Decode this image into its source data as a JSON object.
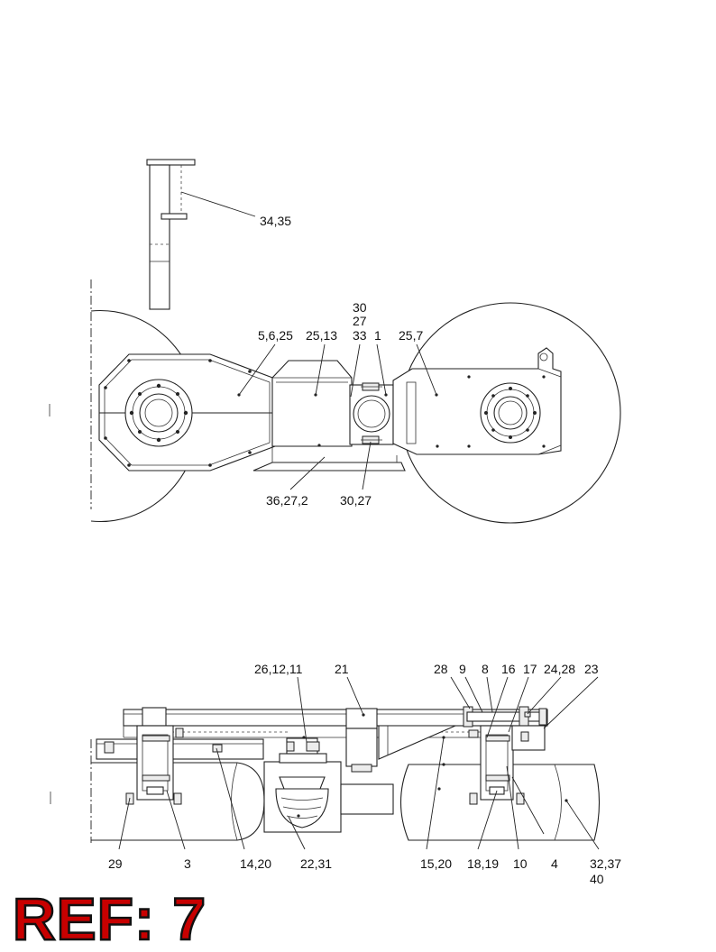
{
  "top_view": {
    "callouts": [
      "34,35",
      "5,6,25",
      "25,13",
      "30",
      "27",
      "33",
      "1",
      "25,7",
      "36,27,2",
      "30,27"
    ]
  },
  "side_view": {
    "callouts": [
      "26,12,11",
      "21",
      "28",
      "9",
      "8",
      "16",
      "17",
      "24,28",
      "23",
      "29",
      "3",
      "14,20",
      "22,31",
      "15,20",
      "18,19",
      "10",
      "4",
      "32,37",
      "40"
    ]
  },
  "ref_label": "REF: 7",
  "colors": {
    "ref_text": "#c80000",
    "ref_outline": "#111111",
    "line": "#222222"
  }
}
